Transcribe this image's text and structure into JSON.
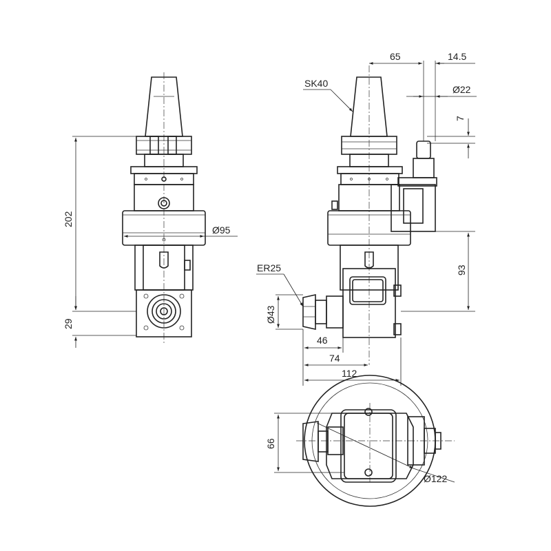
{
  "dimensions": {
    "d65": "65",
    "d14_5": "14.5",
    "dia22": "Ø22",
    "d7": "7",
    "sk40": "SK40",
    "dia95": "Ø95",
    "d202": "202",
    "d29": "29",
    "d93": "93",
    "er25": "ER25",
    "dia43": "Ø43",
    "d46": "46",
    "d74": "74",
    "d112": "112",
    "d66": "66",
    "dia122": "Ø122"
  }
}
